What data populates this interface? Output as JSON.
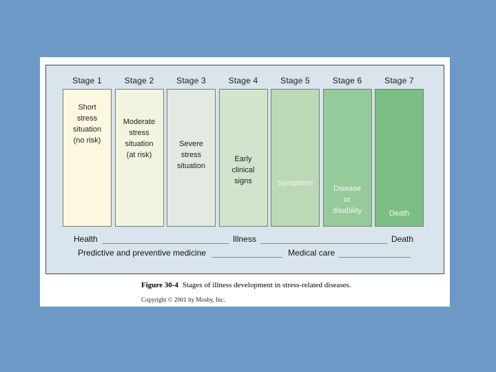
{
  "colors": {
    "page_background": "#6d99c7",
    "slide_background": "#ffffff",
    "panel_background": "#d9e4ec"
  },
  "panel": {
    "stages": [
      {
        "label": "Stage 1",
        "text": "Short\nstress\nsituation\n(no risk)",
        "bg": "#fcf7e0",
        "fg": "#1f1f1f"
      },
      {
        "label": "Stage 2",
        "text": "Moderate\nstress\nsituation\n(at risk)",
        "bg": "#f2f4e0",
        "fg": "#1f1f1f"
      },
      {
        "label": "Stage 3",
        "text": "Severe\nstress\nsituation",
        "bg": "#e3eae2",
        "fg": "#1f1f1f"
      },
      {
        "label": "Stage 4",
        "text": "Early\nclinical\nsigns",
        "bg": "#d3e4cc",
        "fg": "#1f1f1f"
      },
      {
        "label": "Stage 5",
        "text": "Symptoms",
        "bg": "#bcd9b6",
        "fg": "#f3f6ee"
      },
      {
        "label": "Stage 6",
        "text": "Disease\nor\ndisability",
        "bg": "#95ca9b",
        "fg": "#f3f6ee"
      },
      {
        "label": "Stage 7",
        "text": "Death",
        "bg": "#7cbf86",
        "fg": "#f3f6ee"
      }
    ],
    "axis1": {
      "health": "Health",
      "illness": "Illness",
      "death": "Death"
    },
    "axis2": {
      "predictive": "Predictive and preventive medicine",
      "medical": "Medical care"
    }
  },
  "caption": {
    "figure_number": "Figure 30-4",
    "text": "Stages of illness development in stress-related diseases.",
    "copyright": "Copyright © 2001 by Mosby, Inc."
  }
}
